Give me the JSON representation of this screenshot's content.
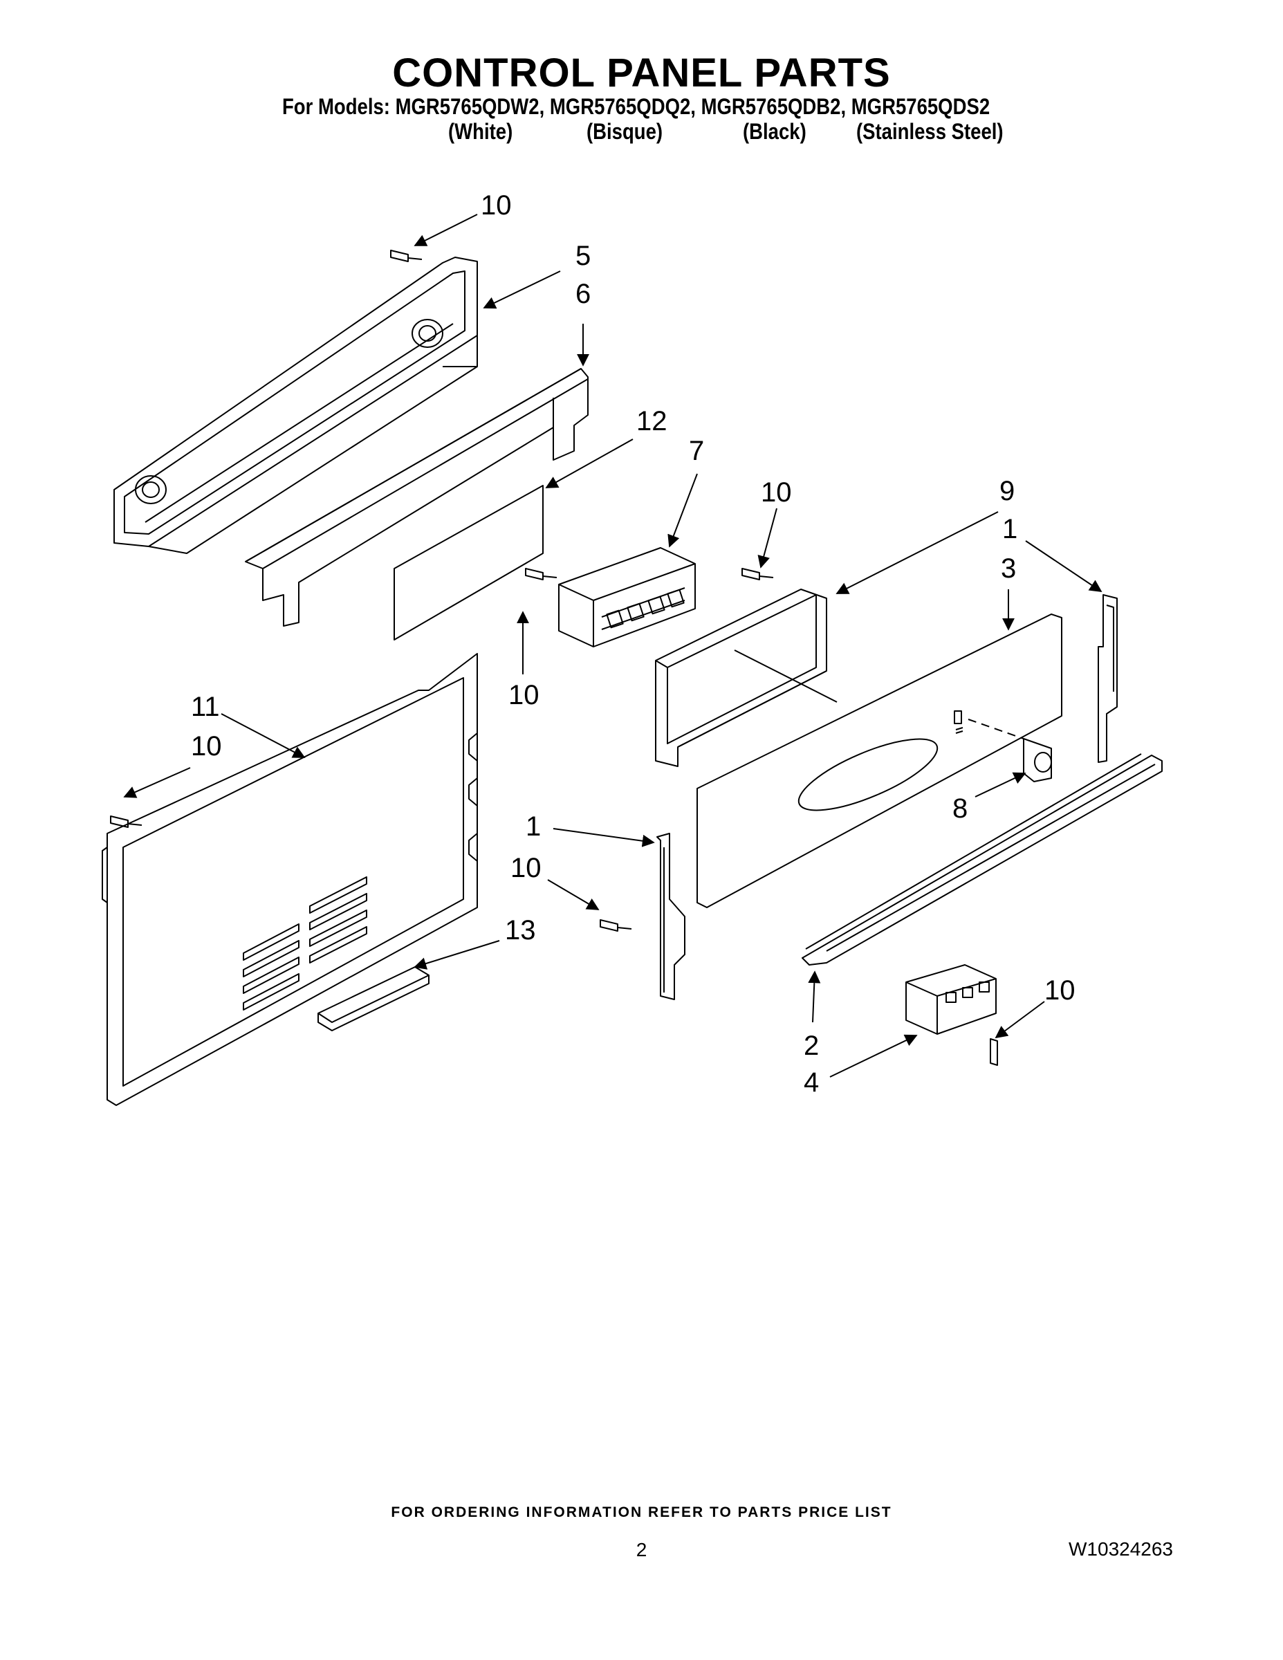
{
  "header": {
    "title": "CONTROL PANEL PARTS",
    "models_line": "For Models: MGR5765QDW2, MGR5765QDQ2, MGR5765QDB2, MGR5765QDS2",
    "colors": [
      "(White)",
      "(Bisque)",
      "(Black)",
      "(Stainless Steel)"
    ]
  },
  "diagram": {
    "callouts": [
      "10",
      "5",
      "6",
      "12",
      "7",
      "10",
      "9",
      "1",
      "3",
      "10",
      "11",
      "10",
      "1",
      "8",
      "10",
      "13",
      "2",
      "4",
      "10"
    ]
  },
  "footer": {
    "ordering_note": "FOR ORDERING INFORMATION REFER TO PARTS PRICE LIST",
    "page_number": "2",
    "document_number": "W10324263"
  }
}
